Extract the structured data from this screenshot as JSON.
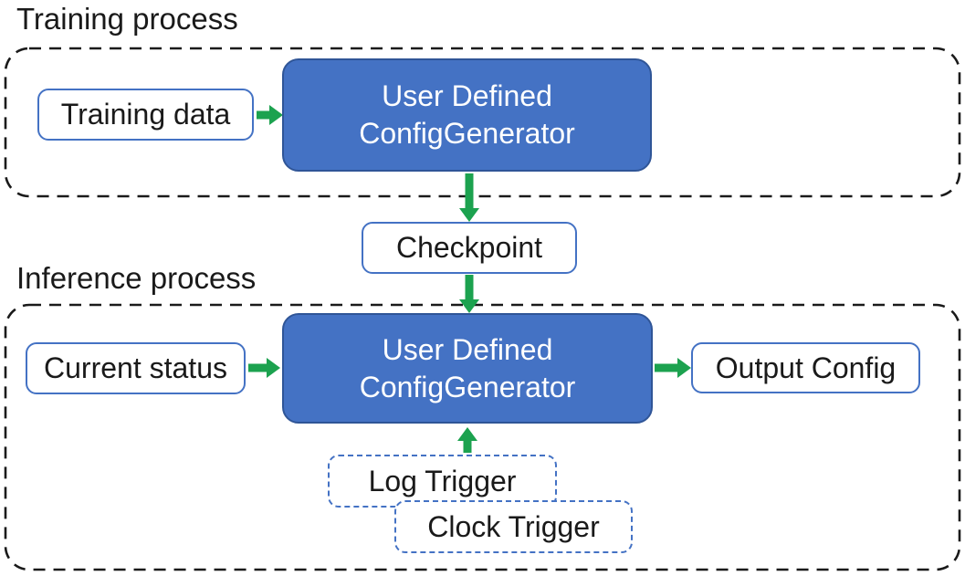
{
  "titles": {
    "training": "Training process",
    "inference": "Inference process"
  },
  "nodes": {
    "training_data": "Training data",
    "training_generator_line1": "User Defined",
    "training_generator_line2": "ConfigGenerator",
    "checkpoint": "Checkpoint",
    "current_status": "Current status",
    "inference_generator_line1": "User Defined",
    "inference_generator_line2": "ConfigGenerator",
    "output_config": "Output Config",
    "log_trigger": "Log Trigger",
    "clock_trigger": "Clock Trigger"
  },
  "colors": {
    "generator_fill": "#4472C4",
    "generator_border": "#2F5597",
    "box_border_blue": "#4472C4",
    "trigger_border_blue": "#4472C4",
    "arrow_green": "#1CA24F",
    "region_outline": "#1A1A1A",
    "text_dark": "#1A1A1A",
    "text_light": "#FFFFFF",
    "background": "#FFFFFF"
  }
}
